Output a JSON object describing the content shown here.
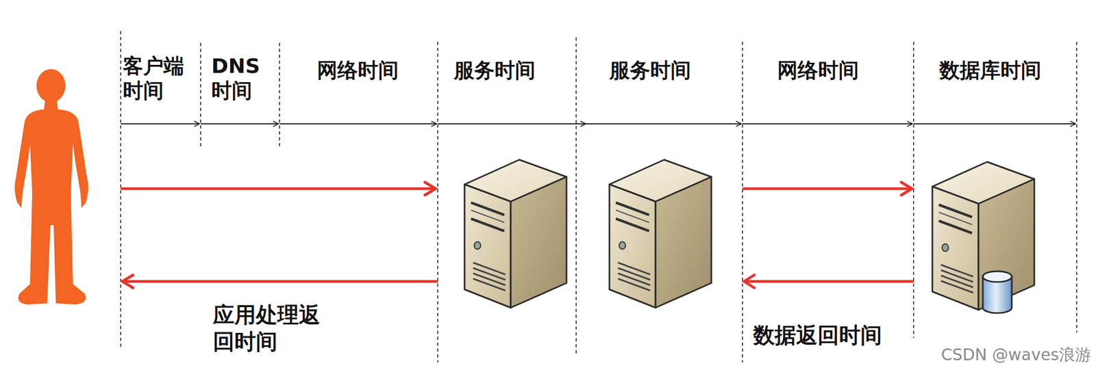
{
  "diagram": {
    "labels": [
      "客户端 时间",
      "DNS 时间",
      "网络时间",
      "服务时间",
      "服务时间",
      "网络时间",
      "数据库时间",
      "应用处理返 回时间",
      "数据返回时间",
      "CSDN @waves浪游"
    ]
  }
}
